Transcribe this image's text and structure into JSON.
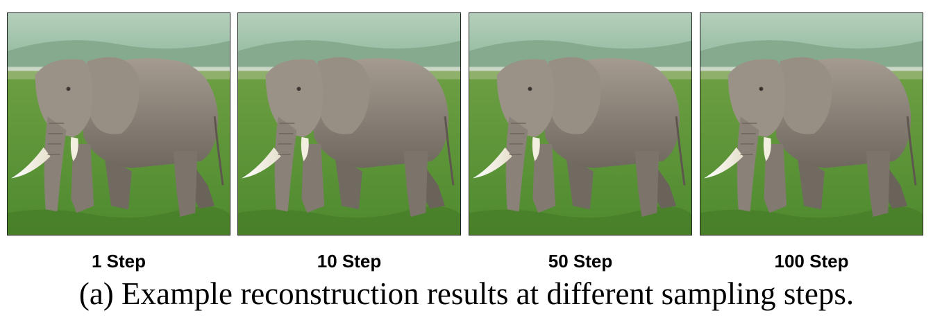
{
  "panels": [
    {
      "label": "1 Step"
    },
    {
      "label": "10 Step"
    },
    {
      "label": "50 Step"
    },
    {
      "label": "100 Step"
    }
  ],
  "caption": "(a) Example reconstruction results at different sampling steps.",
  "colors": {
    "sky": "#9fc2a8",
    "hills": "#7fa58c",
    "grass": "#5f9a3c",
    "elephant": "#8f877d",
    "tusk": "#f3efe0"
  }
}
